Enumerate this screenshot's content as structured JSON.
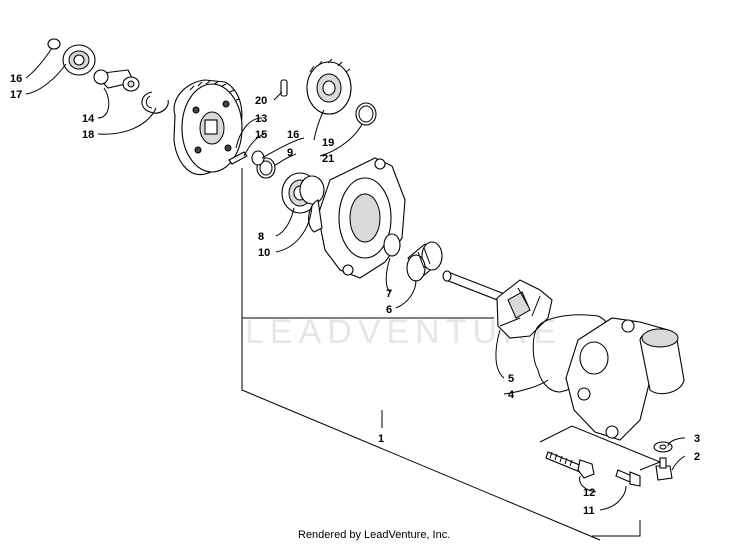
{
  "watermark": "LEADVENTURE",
  "footer": "Rendered by LeadVenture, Inc.",
  "callouts": {
    "c16a": "16",
    "c17": "17",
    "c14": "14",
    "c18": "18",
    "c20": "20",
    "c13": "13",
    "c15": "15",
    "c16b": "16",
    "c9": "9",
    "c19": "19",
    "c21": "21",
    "c8": "8",
    "c10": "10",
    "c7": "7",
    "c6": "6",
    "c5": "5",
    "c4": "4",
    "c1": "1",
    "c3": "3",
    "c2": "2",
    "c12": "12",
    "c11": "11"
  }
}
